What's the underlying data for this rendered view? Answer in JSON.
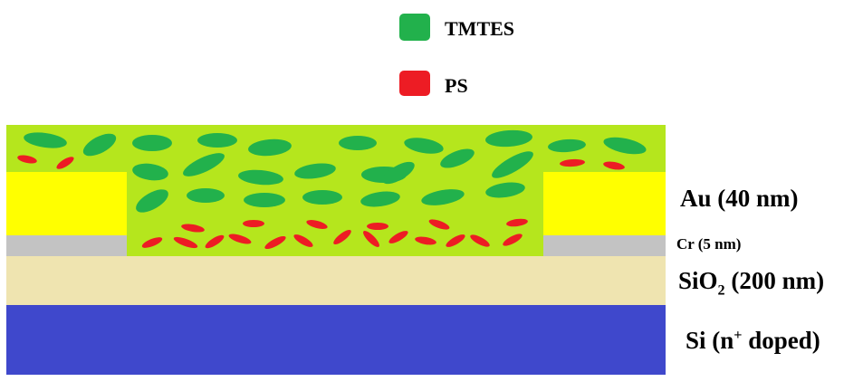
{
  "colors": {
    "tmtes": "#22b14c",
    "ps": "#ed1c24",
    "film": "#b5e61d",
    "au": "#ffff00",
    "cr": "#c3c3c3",
    "sio2": "#efe4b0",
    "si": "#3f48cc"
  },
  "legend": {
    "items": [
      {
        "key": "tmtes",
        "label": "TMTES"
      },
      {
        "key": "ps",
        "label": "PS"
      }
    ]
  },
  "labels": {
    "au": "Au (40 nm)",
    "cr": "Cr (5 nm)",
    "sio2": {
      "base": "SiO",
      "sub": "2",
      "rest": " (200 nm)"
    },
    "si": {
      "base": "Si (n",
      "sup": "+",
      "rest": " doped)"
    }
  }
}
